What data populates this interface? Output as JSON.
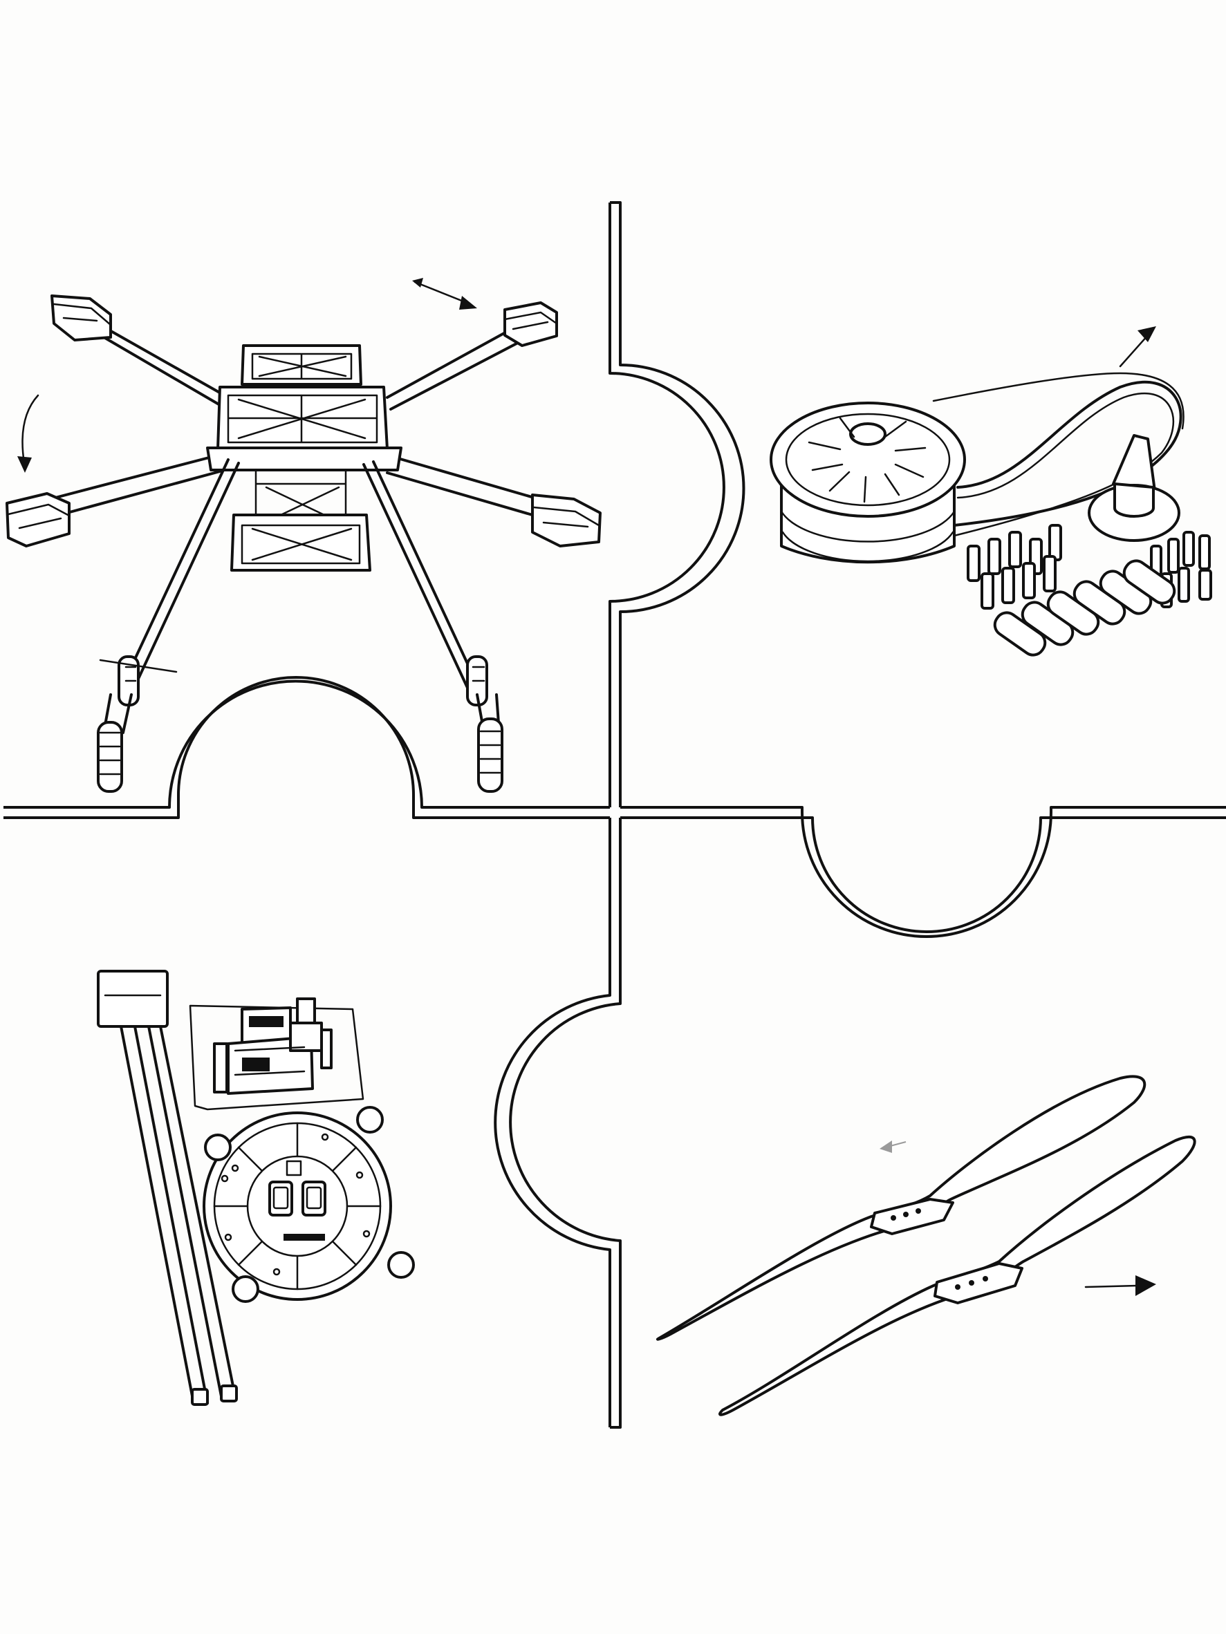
{
  "figure": {
    "kind": "puzzle-piece line drawing of drone kit parts",
    "colors": {
      "ink": "#111111",
      "background": "#fdfdfc",
      "accent_arrow": "#9a9a9a"
    },
    "pieces": [
      {
        "id": "top-left",
        "content": "quadcopter-frame"
      },
      {
        "id": "top-right",
        "content": "brushless-motor-with-hardware"
      },
      {
        "id": "bottom-left",
        "content": "flight-controller-board-and-cable"
      },
      {
        "id": "bottom-right",
        "content": "propellers"
      }
    ]
  }
}
